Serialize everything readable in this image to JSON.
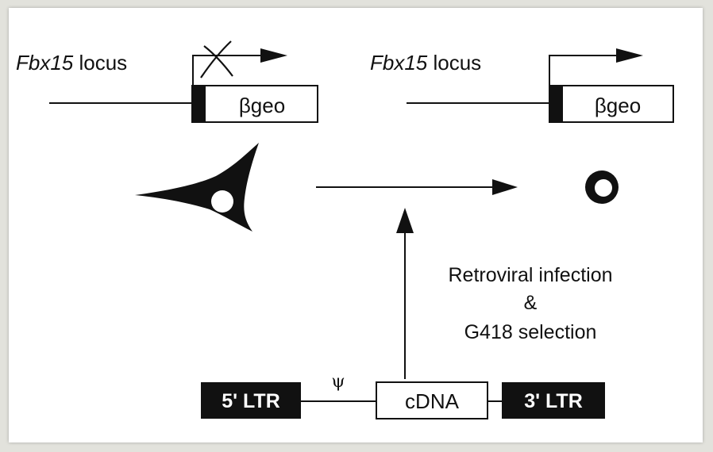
{
  "left_locus": {
    "label_italic": "Fbx15",
    "label_rest": " locus",
    "cassette": "βgeo",
    "promoter_state": "inactive"
  },
  "right_locus": {
    "label_italic": "Fbx15",
    "label_rest": " locus",
    "cassette": "βgeo",
    "promoter_state": "active"
  },
  "transition": {
    "from": "fibroblast-cell",
    "to": "es-like-cell"
  },
  "procedure": {
    "line1": "Retroviral infection",
    "line2": "&",
    "line3": "G418 selection"
  },
  "vector": {
    "ltr5": "5' LTR",
    "psi": "ψ",
    "insert": "cDNA",
    "ltr3": "3' LTR"
  },
  "colors": {
    "ink": "#111111",
    "background": "#ffffff",
    "frame": "#e2e2dc"
  }
}
